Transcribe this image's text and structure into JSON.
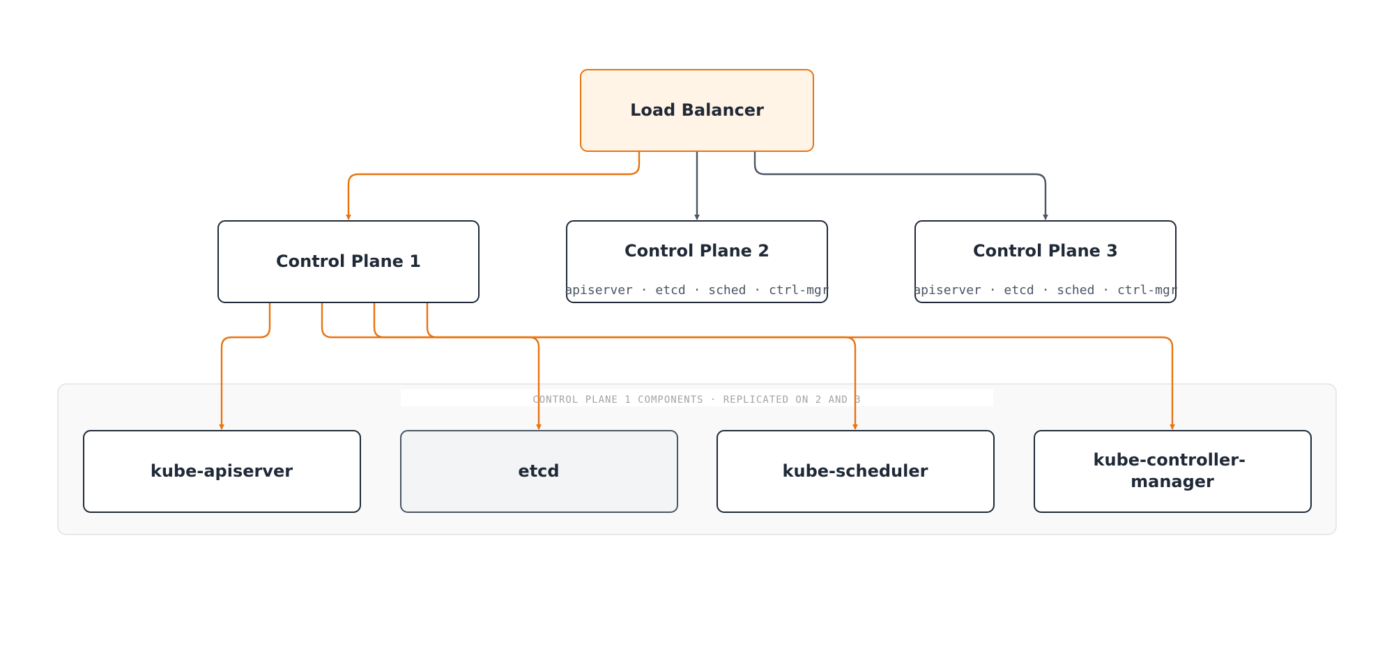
{
  "colors": {
    "accent": "#e8730f",
    "neutral": "#4b5563",
    "node_border": "#1f2937",
    "lb_fill": "#fff4e5",
    "etcd_fill": "#f3f4f6",
    "group_fill": "#f9f9f9"
  },
  "nodes": {
    "load_balancer": {
      "title": "Load Balancer"
    },
    "control_plane_1": {
      "title": "Control Plane 1"
    },
    "control_plane_2": {
      "title": "Control Plane 2",
      "subtitle": "apiserver · etcd · sched · ctrl-mgr"
    },
    "control_plane_3": {
      "title": "Control Plane 3",
      "subtitle": "apiserver · etcd · sched · ctrl-mgr"
    },
    "kube_apiserver": {
      "title": "kube-apiserver"
    },
    "etcd": {
      "title": "etcd"
    },
    "kube_scheduler": {
      "title": "kube-scheduler"
    },
    "kube_controller_manager": {
      "title_lines": [
        "kube-controller-",
        "manager"
      ]
    }
  },
  "group": {
    "label": "CONTROL PLANE 1 COMPONENTS · REPLICATED ON 2 AND 3"
  },
  "edges": [
    {
      "from": "Load Balancer",
      "to": "Control Plane 1",
      "style": "accent"
    },
    {
      "from": "Load Balancer",
      "to": "Control Plane 2",
      "style": "neutral"
    },
    {
      "from": "Load Balancer",
      "to": "Control Plane 3",
      "style": "neutral"
    },
    {
      "from": "Control Plane 1",
      "to": "kube-apiserver",
      "style": "accent"
    },
    {
      "from": "Control Plane 1",
      "to": "etcd",
      "style": "accent"
    },
    {
      "from": "Control Plane 1",
      "to": "kube-scheduler",
      "style": "accent"
    },
    {
      "from": "Control Plane 1",
      "to": "kube-controller-manager",
      "style": "accent"
    }
  ]
}
